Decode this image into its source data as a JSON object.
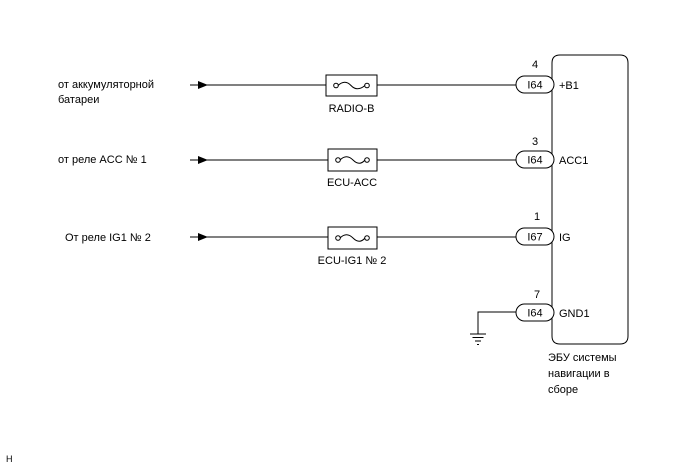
{
  "circuits": [
    {
      "source_lines": [
        "от аккумуляторной",
        "батареи"
      ],
      "fuse": "RADIO-B",
      "pin": "4",
      "connector": "I64",
      "terminal": "+B1"
    },
    {
      "source_lines": [
        "от реле ACC № 1"
      ],
      "fuse": "ECU-ACC",
      "pin": "3",
      "connector": "I64",
      "terminal": "ACC1"
    },
    {
      "source_lines": [
        "От реле IG1 № 2"
      ],
      "fuse": "ECU-IG1 № 2",
      "pin": "1",
      "connector": "I67",
      "terminal": "IG"
    }
  ],
  "ground": {
    "pin": "7",
    "connector": "I64",
    "terminal": "GND1"
  },
  "ecu_label": [
    "ЭБУ системы",
    "навигации в",
    "сборе"
  ],
  "corner_mark": "H"
}
